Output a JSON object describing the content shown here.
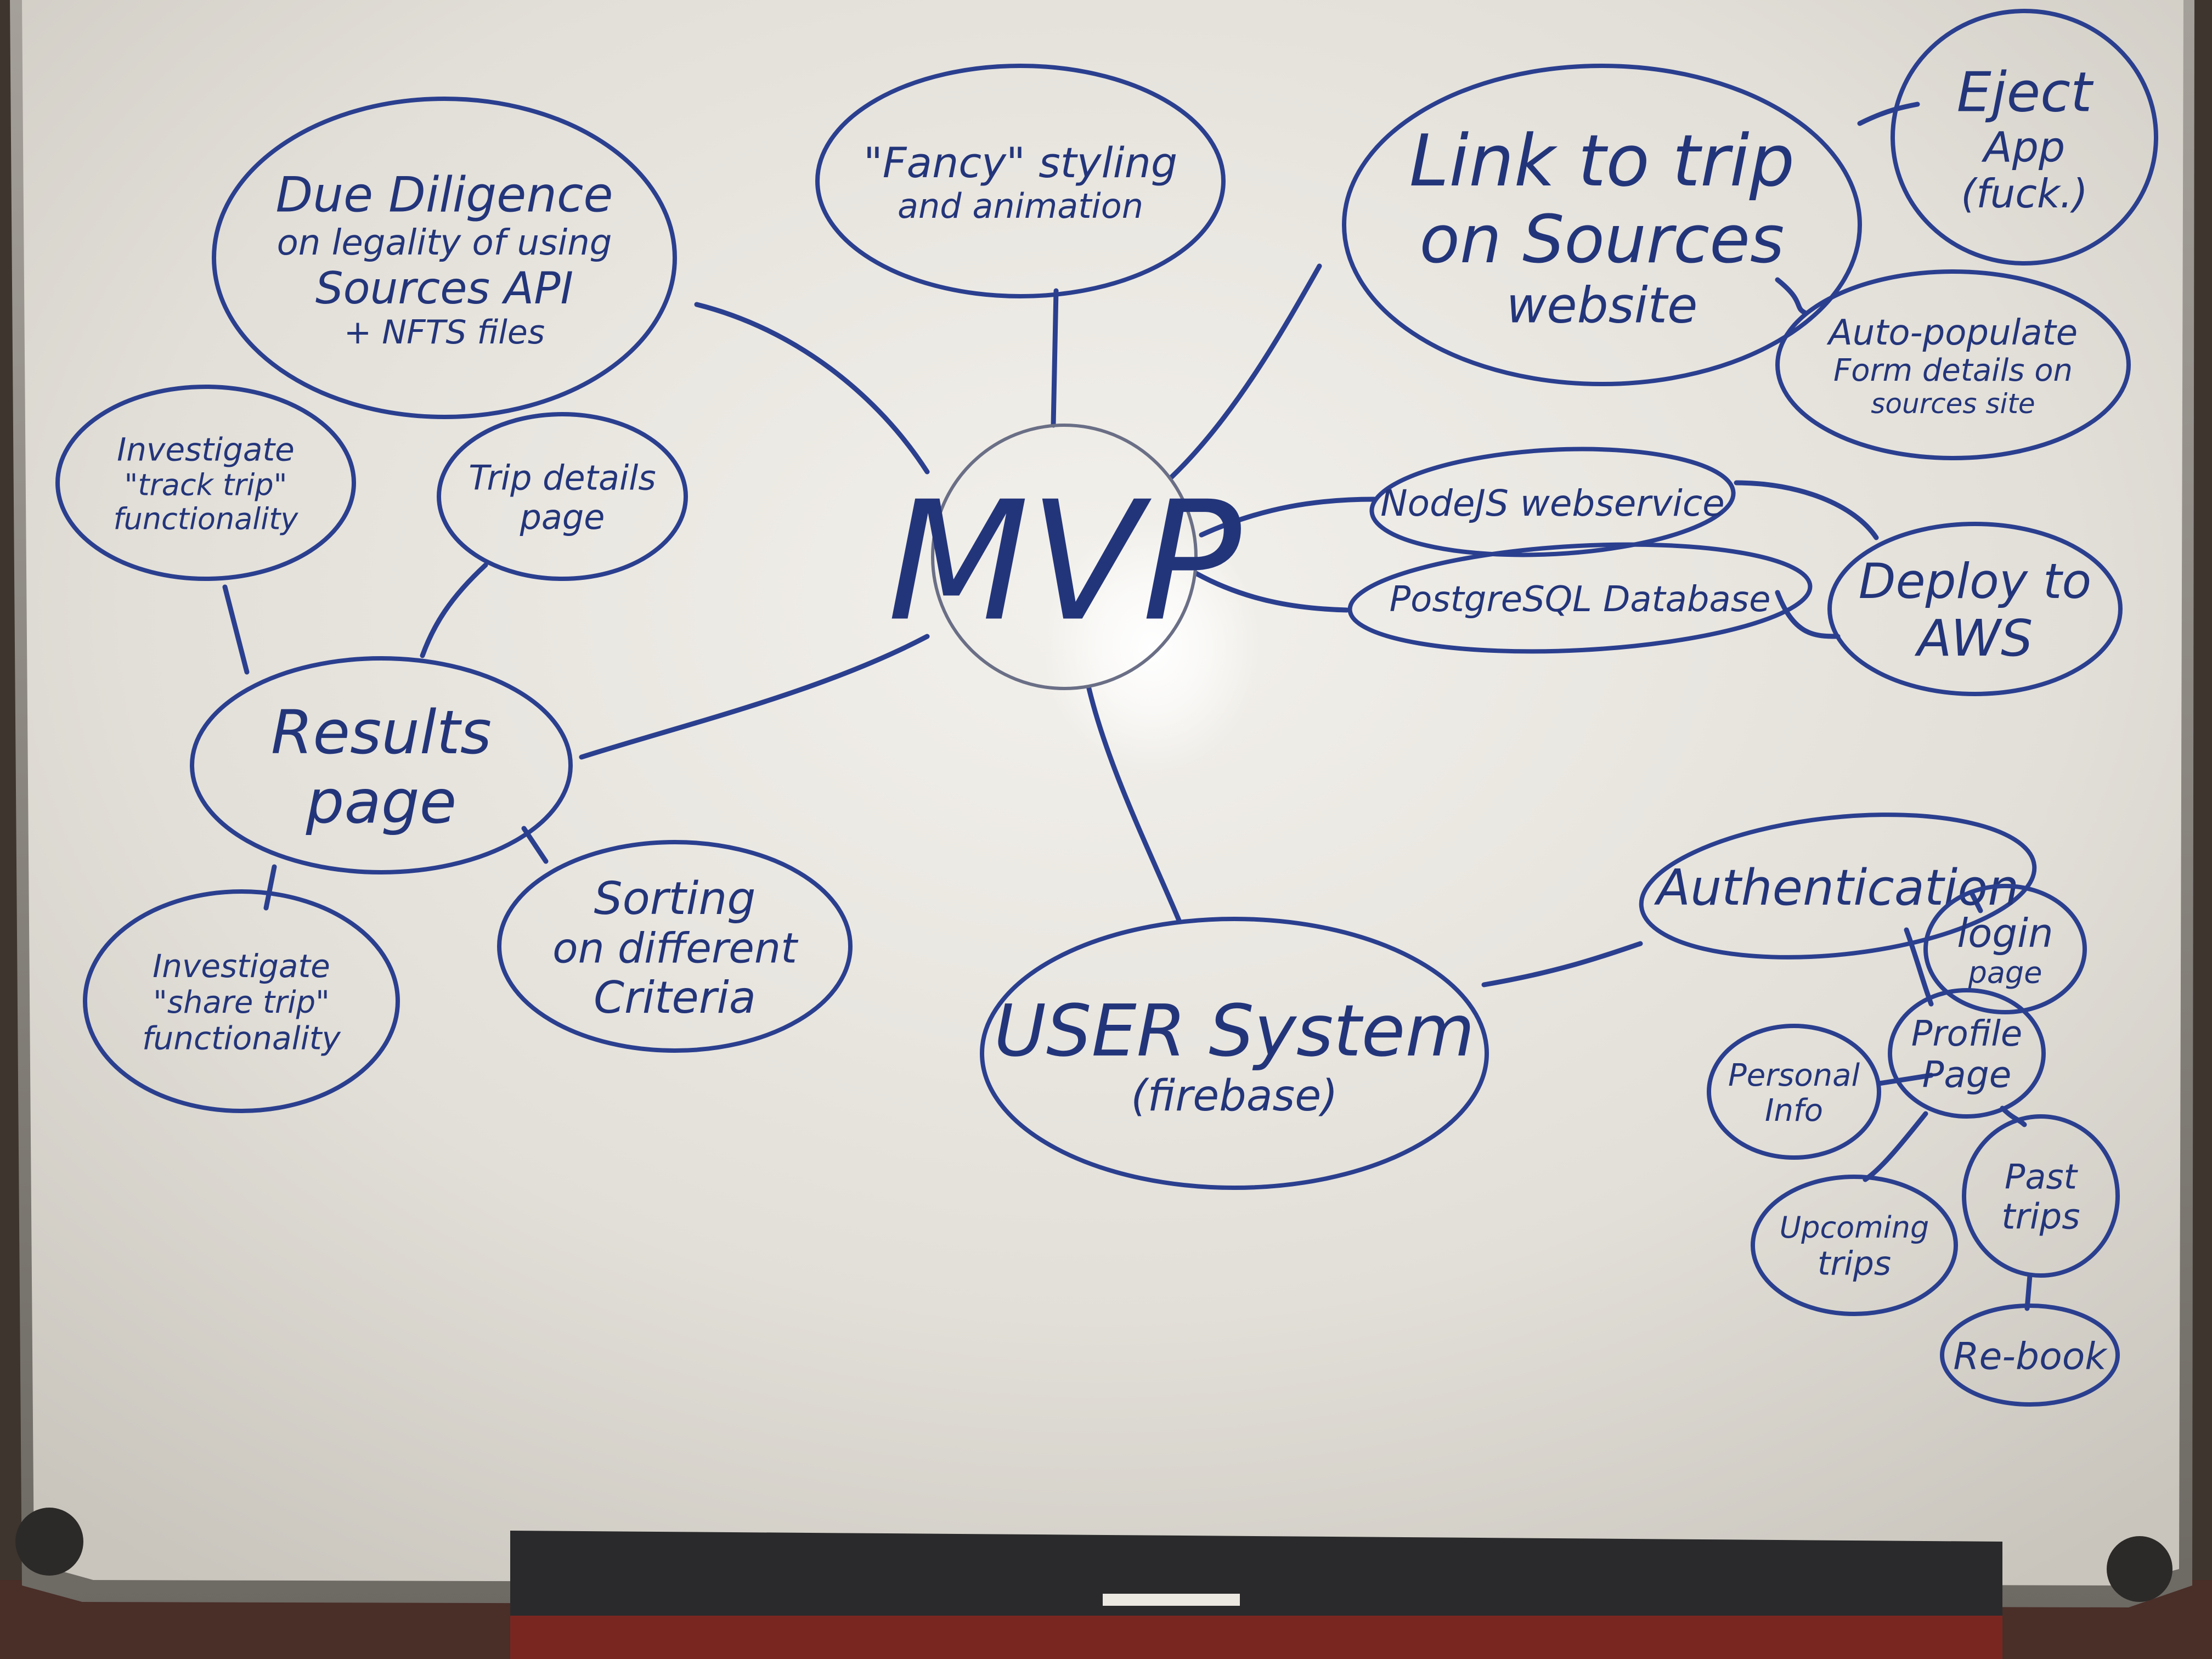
{
  "colors": {
    "board": "#e4e1da",
    "marker": "#2b3f8f",
    "frame": "#8f8a84",
    "tray": "#2a2a2c"
  },
  "board": {
    "center": {
      "lines": [
        "MVP"
      ]
    },
    "nodes": {
      "due_diligence": {
        "lines": [
          "Due Diligence",
          "on legality of using",
          "Sources API",
          "+ NFTS files"
        ]
      },
      "fancy_styling": {
        "lines": [
          "\"Fancy\" styling",
          "and animation"
        ]
      },
      "link_to_trip": {
        "lines": [
          "Link to trip",
          "on Sources",
          "website"
        ]
      },
      "eject_app": {
        "lines": [
          "Eject",
          "App",
          "(fuck.)"
        ]
      },
      "auto_populate": {
        "lines": [
          "Auto-populate",
          "Form details on",
          "sources site"
        ]
      },
      "nodejs": {
        "lines": [
          "NodeJS webservice"
        ]
      },
      "postgres": {
        "lines": [
          "PostgreSQL Database"
        ]
      },
      "deploy_aws": {
        "lines": [
          "Deploy to",
          "AWS"
        ]
      },
      "track_trip": {
        "lines": [
          "Investigate",
          "\"track trip\"",
          "functionality"
        ]
      },
      "trip_details": {
        "lines": [
          "Trip details",
          "page"
        ]
      },
      "results_page": {
        "lines": [
          "Results",
          "page"
        ]
      },
      "share_trip": {
        "lines": [
          "Investigate",
          "\"share trip\"",
          "functionality"
        ]
      },
      "sorting": {
        "lines": [
          "Sorting",
          "on different",
          "Criteria"
        ]
      },
      "user_system": {
        "lines": [
          "USER System",
          "(firebase)"
        ]
      },
      "authentication": {
        "lines": [
          "Authentication"
        ]
      },
      "login_page": {
        "lines": [
          "login",
          "page"
        ]
      },
      "profile_page": {
        "lines": [
          "Profile",
          "Page"
        ]
      },
      "personal_info": {
        "lines": [
          "Personal",
          "Info"
        ]
      },
      "past_trips": {
        "lines": [
          "Past",
          "trips"
        ]
      },
      "upcoming_trips": {
        "lines": [
          "Upcoming",
          "trips"
        ]
      },
      "rebook": {
        "lines": [
          "Re-book"
        ]
      }
    }
  }
}
